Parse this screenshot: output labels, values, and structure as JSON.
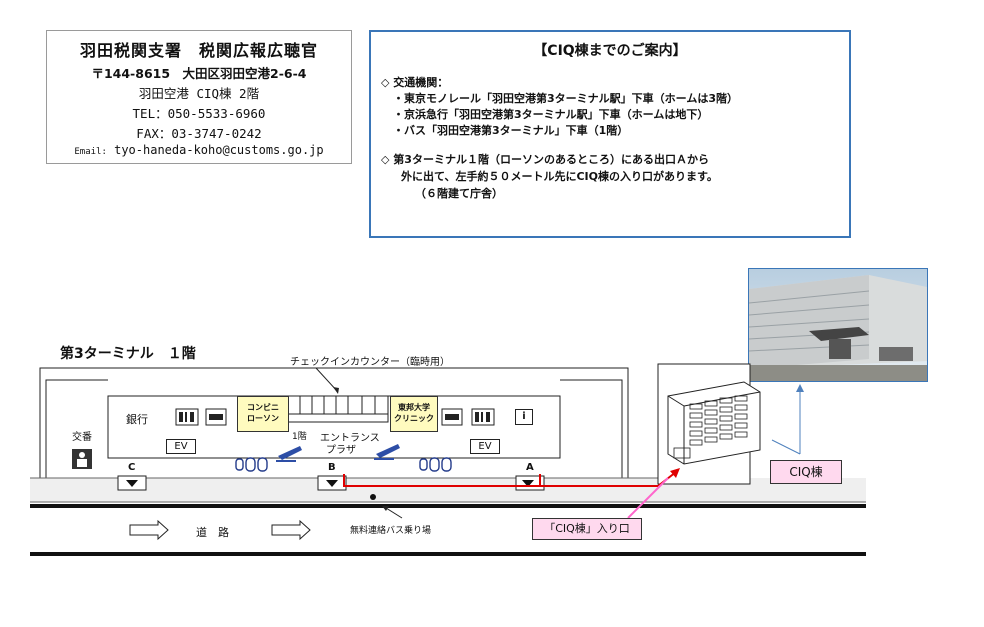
{
  "contact": {
    "title": "羽田税関支署　税関広報広聴官",
    "postal": "〒144-8615　大田区羽田空港2-6-4",
    "place": "羽田空港 CIQ棟 2階",
    "tel": "TEL：050-5533-6960",
    "fax": "FAX：03-3747-0242",
    "email_label": "Email:",
    "email": "tyo-haneda-koho@customs.go.jp"
  },
  "guide": {
    "title": "【CIQ棟までのご案内】",
    "transport_heading": "◇ 交通機関：",
    "transport_items": [
      "・東京モノレール「羽田空港第3ターミナル駅」下車（ホームは3階）",
      "・京浜急行「羽田空港第3ターミナル駅」下車（ホームは地下）",
      "・バス「羽田空港第3ターミナル」下車（1階）"
    ],
    "directions": [
      "◇ 第3ターミナル１階（ローソンのあるところ）にある出口Ａから",
      "外に出て、左手約５０メートル先にCIQ棟の入り口があります。",
      "（６階建て庁舎）"
    ]
  },
  "map": {
    "terminal_title": "第3ターミナル　１階",
    "checkin_label": "チェックインカウンター（臨時用）",
    "koban_label": "交番",
    "bank_label": "銀行",
    "convenience_label": [
      "コンビニ",
      "ローソン"
    ],
    "clinic_label": [
      "東邦大学",
      "クリニック"
    ],
    "floor_label": "1階",
    "entrance_label": [
      "エントランス",
      "プラザ"
    ],
    "ev_label": "EV",
    "info_label": "i",
    "gates": [
      "C",
      "B",
      "A"
    ],
    "road_label": "道　路",
    "bus_stop_label": "無料連絡バス乗り場",
    "ciq_entrance_label": "「CIQ棟」入り口",
    "ciq_building_label": "CIQ棟"
  },
  "colors": {
    "route": "#e00000",
    "guide_border": "#3a76b8",
    "shop_fill": "#fffbbf",
    "label_fill": "#ffd9ee",
    "pink_line": "#ff66cc",
    "arrow_blue": "#4f81bd"
  }
}
